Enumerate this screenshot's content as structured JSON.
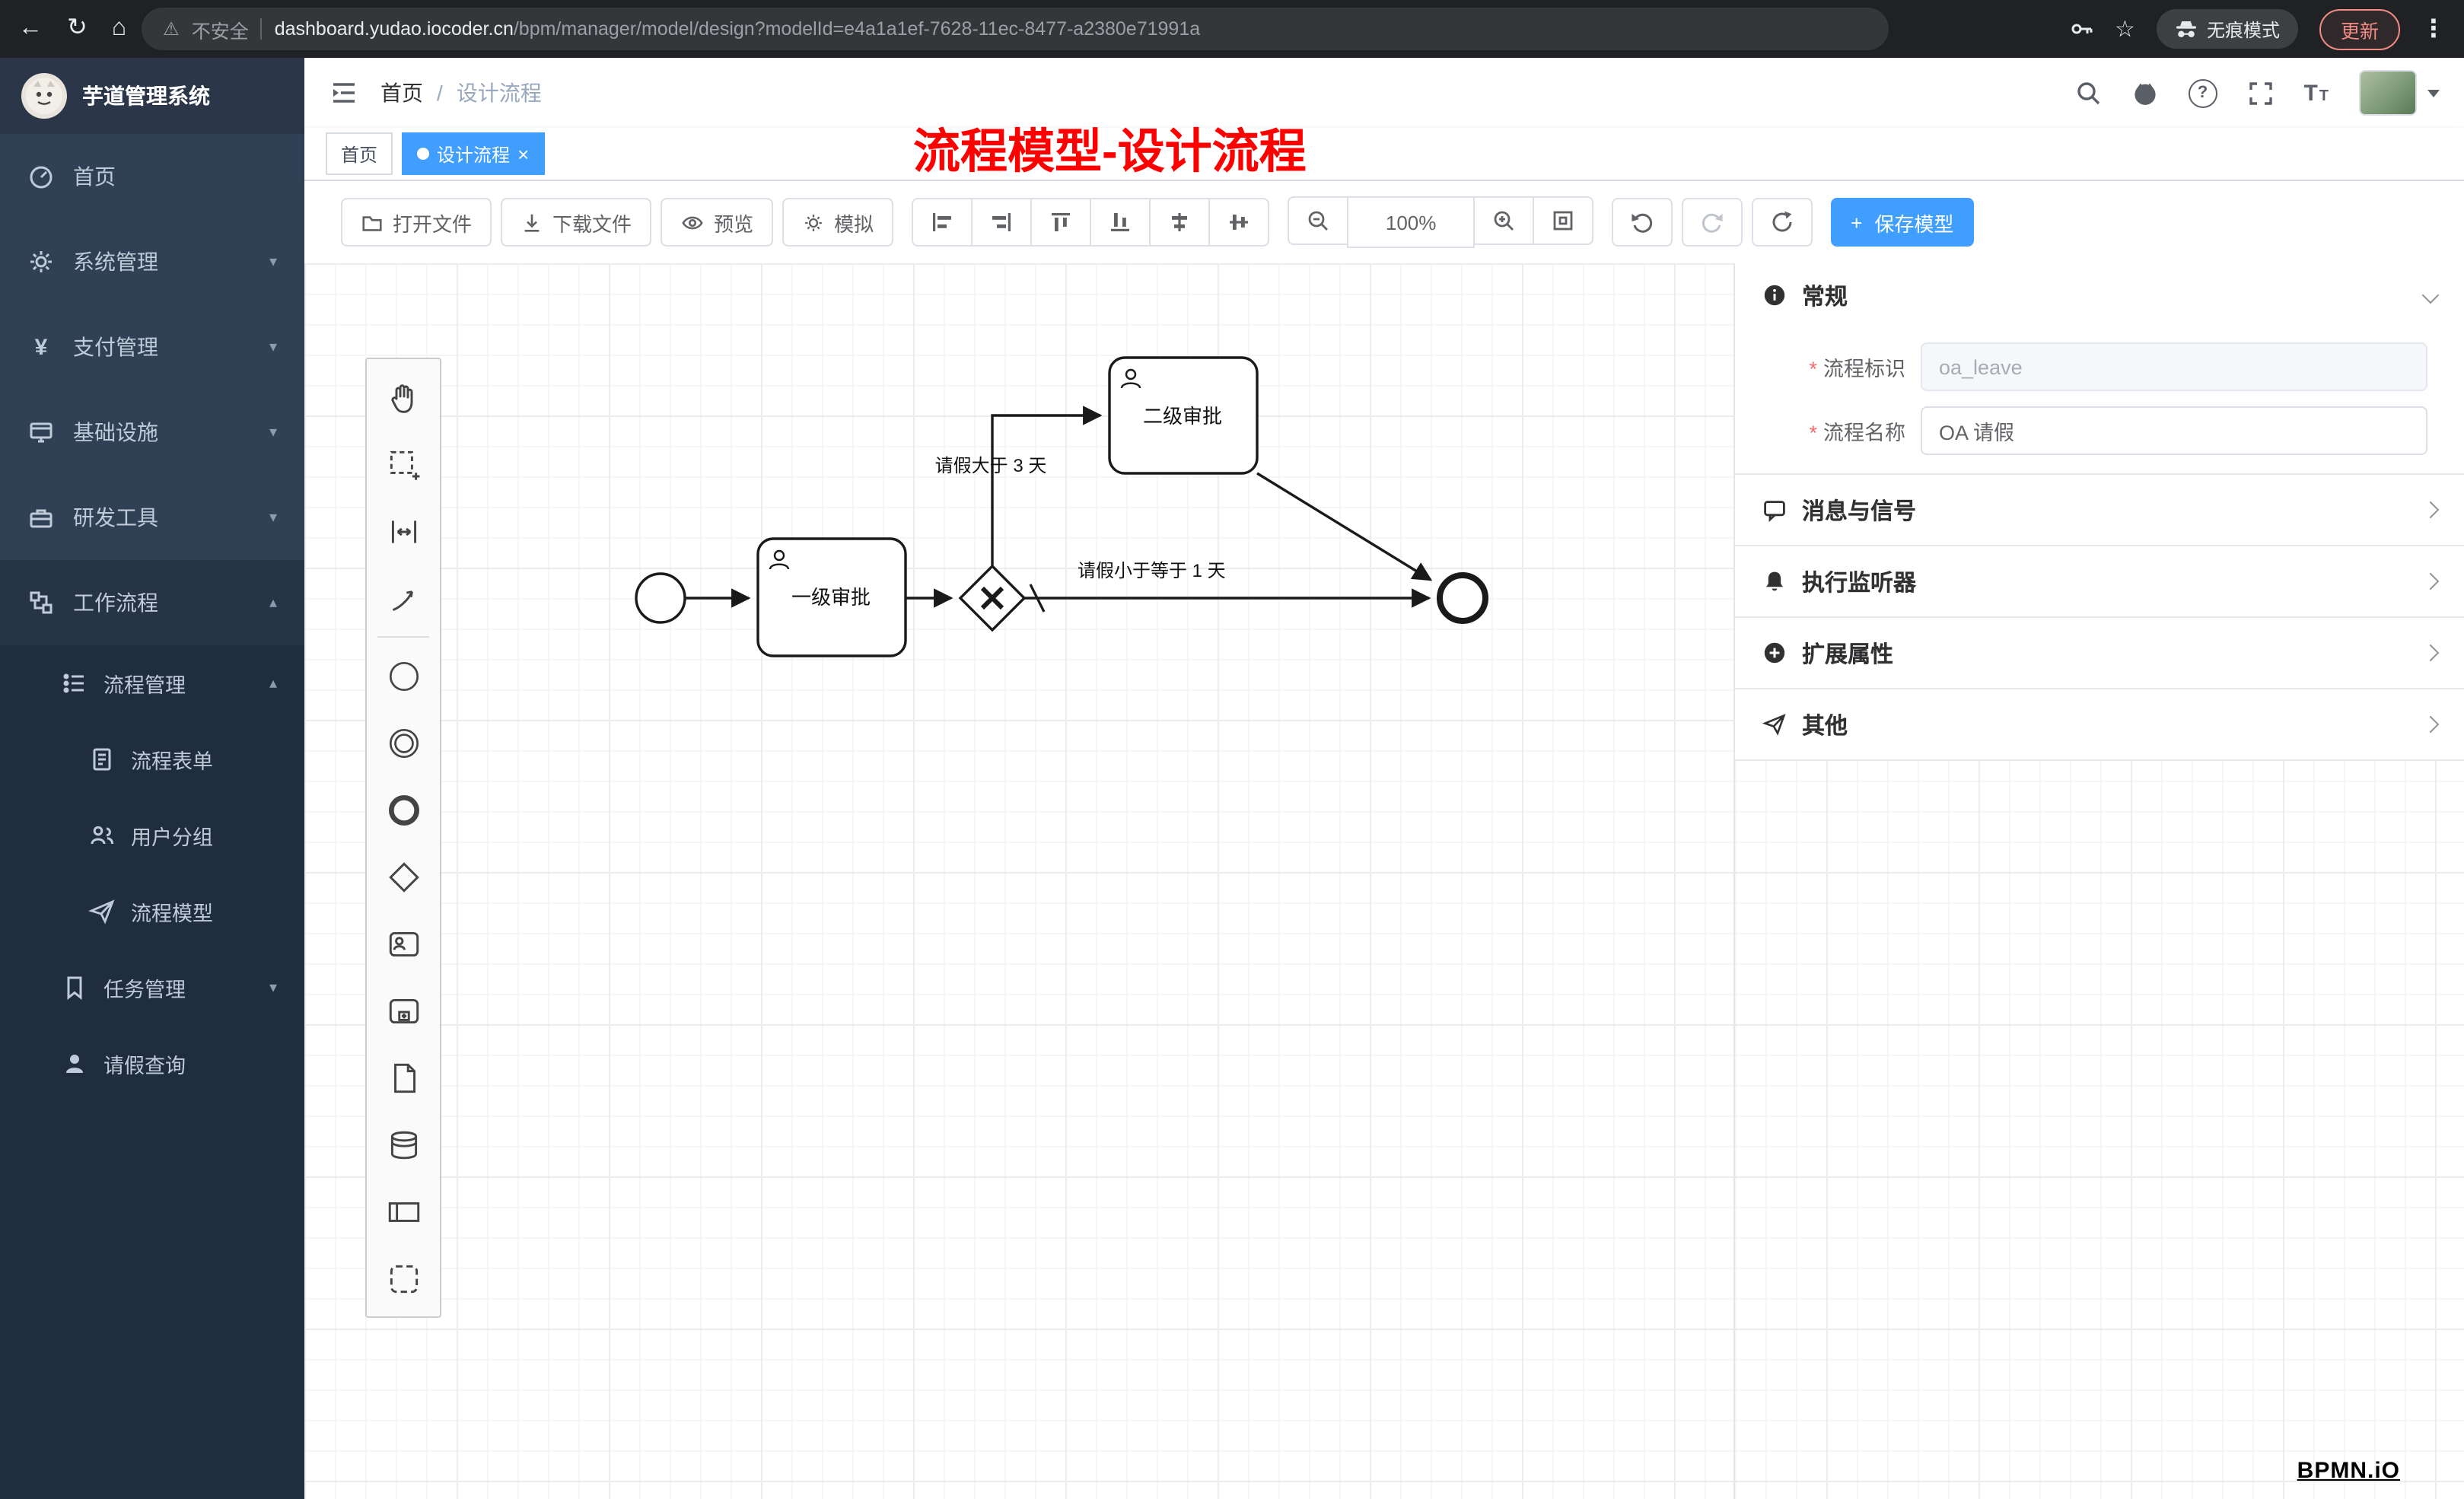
{
  "browser": {
    "back_icon": "←",
    "reload_icon": "↻",
    "home_icon": "⌂",
    "security_label": "不安全",
    "url_domain": "dashboard.yudao.iocoder.cn",
    "url_path": "/bpm/manager/model/design?modelId=e4a1a1ef-7628-11ec-8477-a2380e71991a",
    "incognito_label": "无痕模式",
    "update_label": "更新"
  },
  "sidebar": {
    "logo_title": "芋道管理系统",
    "items": [
      {
        "label": "首页"
      },
      {
        "label": "系统管理"
      },
      {
        "label": "支付管理"
      },
      {
        "label": "基础设施"
      },
      {
        "label": "研发工具"
      },
      {
        "label": "工作流程"
      }
    ],
    "submenu": [
      {
        "label": "流程管理"
      },
      {
        "label": "流程表单"
      },
      {
        "label": "用户分组"
      },
      {
        "label": "流程模型"
      },
      {
        "label": "任务管理"
      },
      {
        "label": "请假查询"
      }
    ]
  },
  "header": {
    "breadcrumb_home": "首页",
    "breadcrumb_current": "设计流程"
  },
  "annotation": "流程模型-设计流程",
  "tags": {
    "home": "首页",
    "active": "设计流程"
  },
  "toolbar": {
    "open": "打开文件",
    "download": "下载文件",
    "preview": "预览",
    "simulate": "模拟",
    "zoom": "100%",
    "save": "保存模型"
  },
  "diagram": {
    "task1": "一级审批",
    "task2": "二级审批",
    "flow_gt": "请假大于 3 天",
    "flow_le": "请假小于等于 1 天"
  },
  "props": {
    "general": {
      "title": "常规",
      "fields": [
        {
          "label": "流程标识",
          "value": "oa_leave"
        },
        {
          "label": "流程名称",
          "value": "OA 请假"
        }
      ]
    },
    "sections": [
      {
        "title": "消息与信号"
      },
      {
        "title": "执行监听器"
      },
      {
        "title": "扩展属性"
      },
      {
        "title": "其他"
      }
    ]
  },
  "watermark": "BPMN.iO",
  "icons": {
    "header_right": [
      "search-icon",
      "github-icon",
      "question-icon",
      "fullscreen-icon",
      "font-size-icon",
      "avatar",
      "caret-down-icon"
    ],
    "palette": [
      "hand-tool",
      "lasso-tool",
      "space-tool",
      "global-connect-tool",
      "start-event",
      "intermediate-event",
      "end-event",
      "gateway",
      "user-task",
      "subprocess",
      "task",
      "data-store",
      "participant",
      "group"
    ]
  },
  "colors": {
    "primary": "#409eff",
    "sidebar_bg": "#304156",
    "submenu_bg": "#1f2d3d",
    "annotation_red": "#ff0000"
  }
}
